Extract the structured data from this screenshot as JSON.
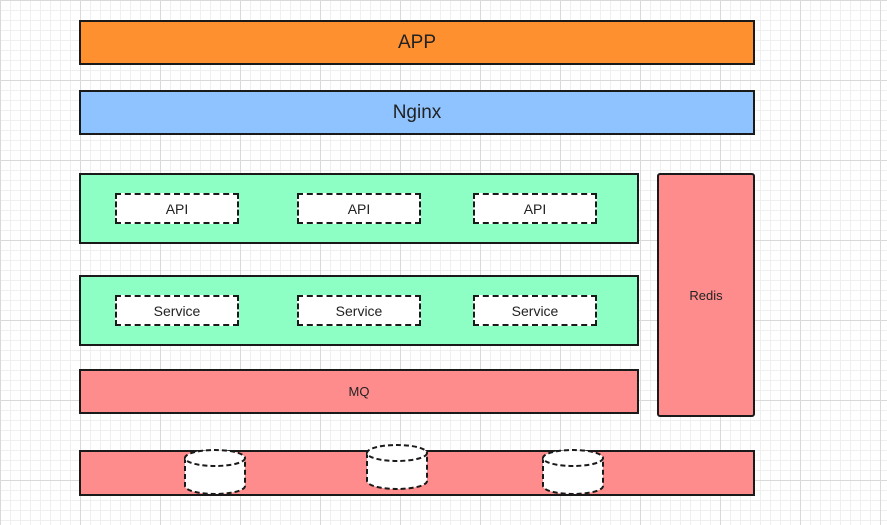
{
  "layers": {
    "app": {
      "label": "APP",
      "color": "#ff9030"
    },
    "nginx": {
      "label": "Nginx",
      "color": "#8ec3ff"
    },
    "api_layer": {
      "color": "#8effc4",
      "items": [
        "API",
        "API",
        "API"
      ]
    },
    "service_layer": {
      "color": "#8effc4",
      "items": [
        "Service",
        "Service",
        "Service"
      ]
    },
    "mq": {
      "label": "MQ",
      "color": "#ff8c8c"
    },
    "redis": {
      "label": "Redis",
      "color": "#ff8c8c"
    },
    "db_layer": {
      "color": "#ff8c8c",
      "cylinders": [
        "database-icon",
        "database-icon",
        "database-icon"
      ]
    }
  }
}
